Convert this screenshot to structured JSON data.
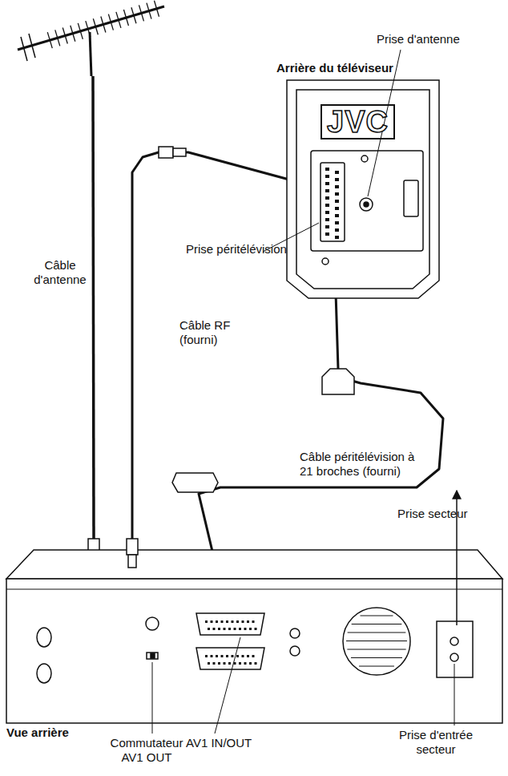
{
  "diagram": {
    "nodes": [
      {
        "text": [
          "Arrière du téléviseur",
          "JVC"
        ]
      },
      {
        "text": [
          "Vue arrière"
        ]
      }
    ],
    "edges": [
      {
        "from": 1,
        "to": 0,
        "arrow": "both",
        "label": "Câble RF (fourni)"
      },
      {
        "from": 1,
        "to": 0,
        "arrow": "both",
        "label": "Câble péritélévision à 21 broches (fourni)"
      }
    ],
    "labels": [
      "Prise d'antenne",
      "Prise péritélévision",
      "Câble d'antenne",
      "Prise secteur",
      "Commutateur AV1 OUT",
      "AV1 IN/OUT",
      "Prise d'entrée secteur"
    ]
  }
}
